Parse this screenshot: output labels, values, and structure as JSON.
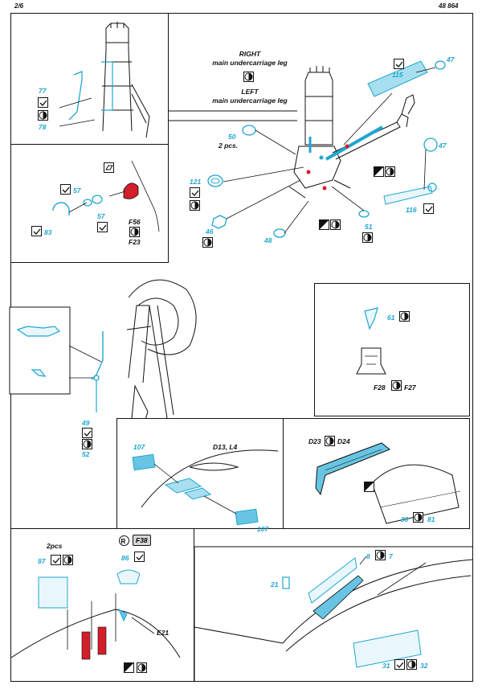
{
  "header": {
    "page": "2/6",
    "code": "48 864"
  },
  "titles": {
    "right_heading": "RIGHT",
    "right_sub": "main undercarriage leg",
    "left_heading": "LEFT",
    "left_sub": "main undercarriage leg",
    "two_pcs": "2 pcs.",
    "two_pcs_b": "2pcs"
  },
  "labels": {
    "p47a": "47",
    "p115": "115",
    "p47b": "47",
    "p116": "116",
    "p50": "50",
    "p121": "121",
    "p46": "46",
    "p48": "48",
    "p51": "51",
    "p77": "77",
    "p78": "78",
    "p57a": "57",
    "p57b": "57",
    "p83": "83",
    "f56": "F56",
    "f23": "F23",
    "p49": "49",
    "p52": "52",
    "p61": "61",
    "f28": "F28",
    "f27": "F27",
    "p107a": "107",
    "p107b": "107",
    "d13l4": "D13, L4",
    "d23": "D23",
    "d24": "D24",
    "p80": "80",
    "p81": "81",
    "p87": "87",
    "p86": "86",
    "f38": "F38",
    "e21": "E21",
    "p21": "21",
    "p8": "8",
    "p7": "7",
    "p31": "31",
    "p32": "32"
  },
  "symbols": {
    "bend": "bend-symbol",
    "fold": "fold-symbol",
    "paint": "paint-symbol",
    "fill": "fill-symbol",
    "remove": "remove-symbol"
  },
  "colors": {
    "etch_blue": "#1fa6cf",
    "part_red": "#d21f2a",
    "text": "#111111"
  }
}
